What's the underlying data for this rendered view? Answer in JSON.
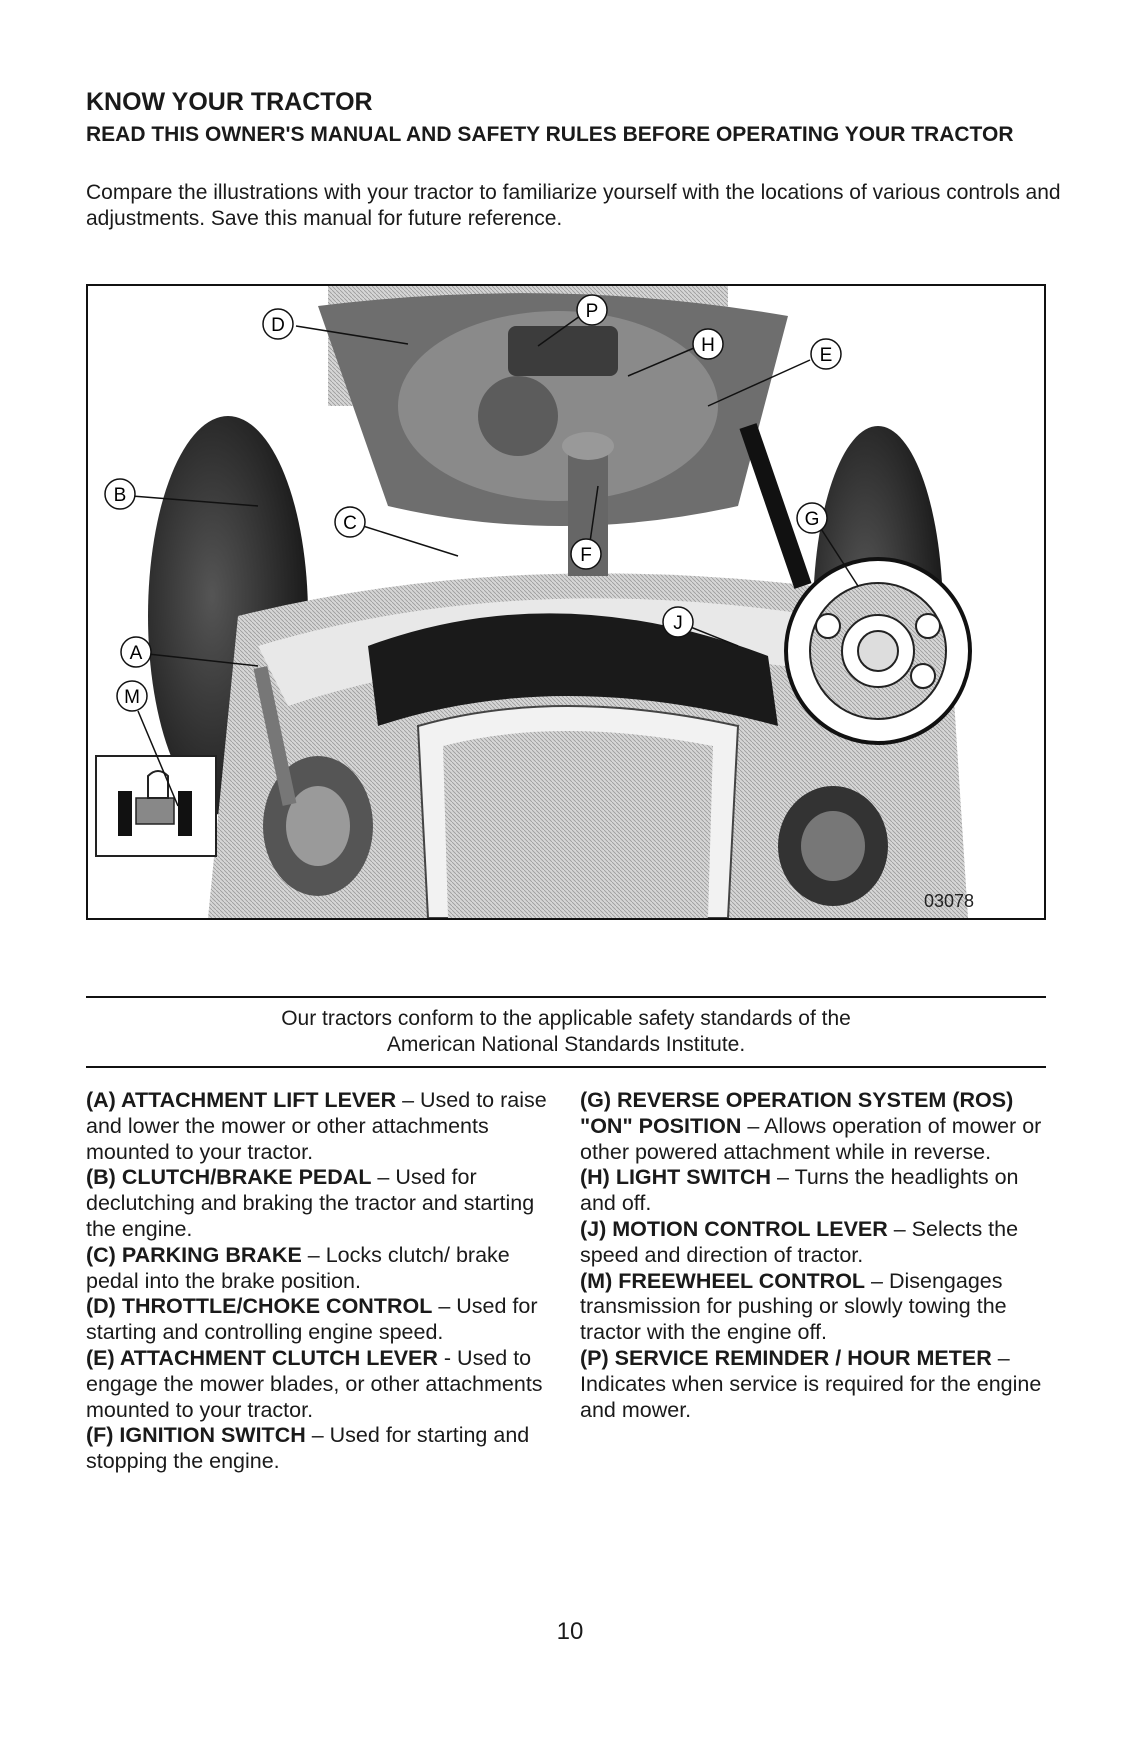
{
  "header": {
    "title": "KNOW YOUR TRACTOR",
    "subtitle": "READ THIS OWNER'S MANUAL AND SAFETY RULES BEFORE OPERATING YOUR TRACTOR",
    "intro": "Compare the illustrations with your tractor to familiarize yourself with the locations of various controls and adjustments.  Save this manual for future reference."
  },
  "figure": {
    "code": "03078",
    "callouts": [
      "D",
      "P",
      "H",
      "E",
      "B",
      "C",
      "F",
      "G",
      "J",
      "A",
      "M"
    ]
  },
  "standards": {
    "line1": "Our tractors conform to the applicable safety standards of the",
    "line2": "American National Standards Institute."
  },
  "controls": [
    {
      "term": "(A) ATTACHMENT LIFT LEVER",
      "desc": " – Used to raise and lower the mower or other attachments mounted to your tractor."
    },
    {
      "term": "(B) CLUTCH/BRAKE PEDAL",
      "desc": " – Used for declutching and braking the tractor and starting the engine."
    },
    {
      "term": "(C) PARKING BRAKE",
      "desc": " – Locks clutch/ brake pedal into the brake position."
    },
    {
      "term": "(D) THROTTLE/CHOKE CONTROL",
      "desc": " – Used for starting and controlling engine speed."
    },
    {
      "term": "(E) ATTACHMENT CLUTCH LEVER",
      "desc": " - Used to engage the mower blades, or other attachments mounted to your tractor."
    },
    {
      "term": "(F) IGNITION SWITCH",
      "desc": " – Used for starting and stopping the engine."
    },
    {
      "term": "(G) REVERSE OPERATION SYSTEM (ROS) \"ON\" POSITION",
      "desc": " – Allows operation of mower or other powered attachment while in reverse."
    },
    {
      "term": "(H) LIGHT SWITCH",
      "desc": " – Turns the headlights on and off."
    },
    {
      "term": "(J) MOTION CONTROL LEVER",
      "desc": " – Selects the speed and direction of tractor."
    },
    {
      "term": "(M) FREEWHEEL CONTROL",
      "desc": " – Disengages transmission for pushing or slowly towing the tractor with the engine off."
    },
    {
      "term": "(P) SERVICE REMINDER / HOUR METER",
      "desc": " – Indicates when service is required for the engine and mower."
    }
  ],
  "page_number": "10"
}
